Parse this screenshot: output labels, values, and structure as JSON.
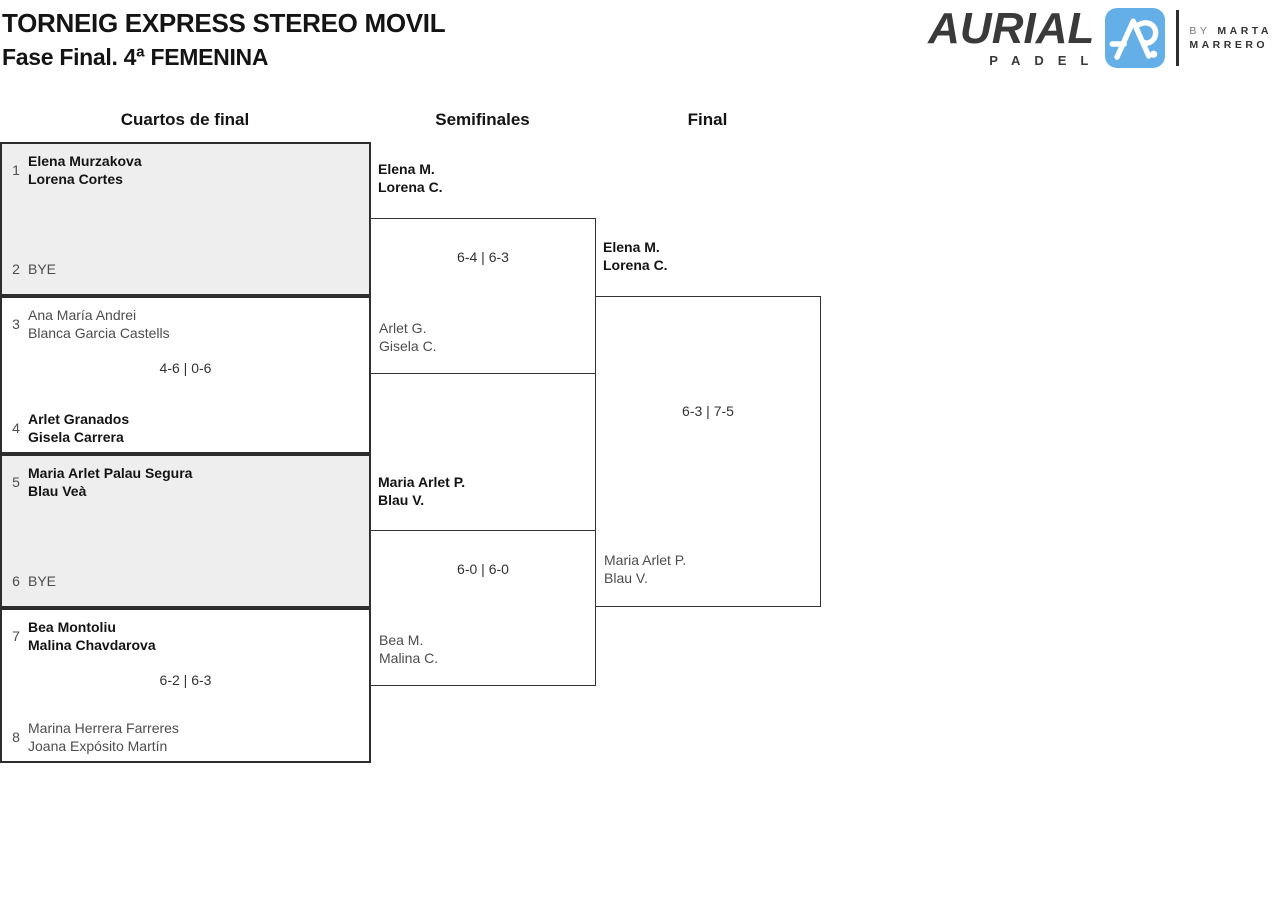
{
  "header": {
    "title_line1": "TORNEIG EXPRESS STEREO MOVIL",
    "title_line2": "Fase Final. 4ª FEMENINA"
  },
  "logo": {
    "brand": "AURIAL",
    "brand_sub": "PADEL",
    "by_prefix": "BY",
    "by_name_line1": "MARTA",
    "by_name_line2": "MARRERO",
    "colors": {
      "icon_blue": "#64afe8",
      "brand_dark": "#3a3a3a"
    }
  },
  "columns": {
    "quarterfinals": "Cuartos de final",
    "semifinals": "Semifinales",
    "final": "Final"
  },
  "matches": {
    "qf": [
      {
        "seed_top": "1",
        "top": [
          "Elena Murzakova",
          "Lorena Cortes"
        ],
        "seed_bottom": "2",
        "bottom": [
          "BYE"
        ],
        "score": ""
      },
      {
        "seed_top": "3",
        "top": [
          "Ana María Andrei",
          "Blanca Garcia Castells"
        ],
        "seed_bottom": "4",
        "bottom": [
          "Arlet Granados",
          "Gisela Carrera"
        ],
        "score": "4-6 | 0-6"
      },
      {
        "seed_top": "5",
        "top": [
          "Maria Arlet Palau Segura",
          "Blau Veà"
        ],
        "seed_bottom": "6",
        "bottom": [
          "BYE"
        ],
        "score": ""
      },
      {
        "seed_top": "7",
        "top": [
          "Bea Montoliu",
          "Malina Chavdarova"
        ],
        "seed_bottom": "8",
        "bottom": [
          "Marina Herrera Farreres",
          "Joana Expósito Martín"
        ],
        "score": "6-2 | 6-3"
      }
    ],
    "sf": [
      {
        "top": [
          "Elena M.",
          "Lorena C."
        ],
        "bottom": [
          "Arlet G.",
          "Gisela C."
        ],
        "score": "6-4 | 6-3"
      },
      {
        "top": [
          "Maria Arlet P.",
          "Blau V."
        ],
        "bottom": [
          "Bea M.",
          "Malina C."
        ],
        "score": "6-0 | 6-0"
      }
    ],
    "final": {
      "top": [
        "Elena M.",
        "Lorena C."
      ],
      "bottom": [
        "Maria Arlet P.",
        "Blau V."
      ],
      "score": "6-3 | 7-5"
    }
  }
}
